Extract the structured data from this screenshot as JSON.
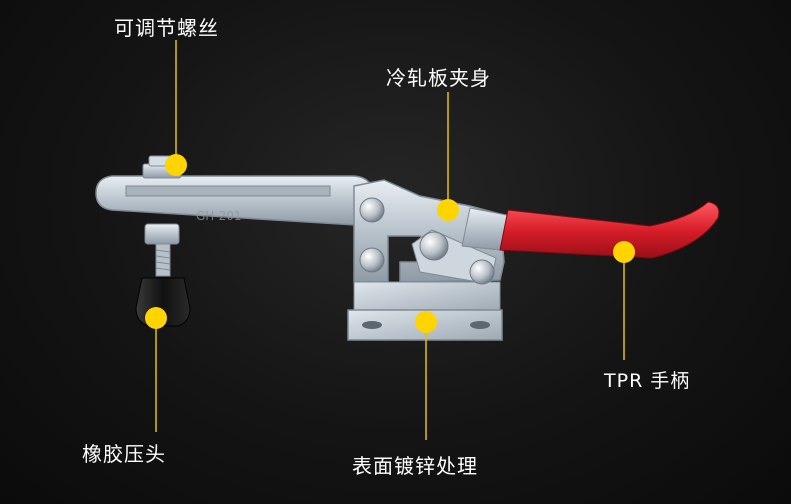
{
  "callouts": {
    "adjustable_screw": "可调节螺丝",
    "clamp_body": "冷轧板夹身",
    "tpr_handle": "TPR 手柄",
    "rubber_head": "橡胶压头",
    "surface_treatment": "表面镀锌处理"
  },
  "product_engraving": "GH-201",
  "colors": {
    "background": "#141414",
    "marker": "#ffd400",
    "leader_line": "#e8c200",
    "metal": "#c8d0d8",
    "handle": "#d81e2a",
    "rubber": "#1c1c1c"
  }
}
